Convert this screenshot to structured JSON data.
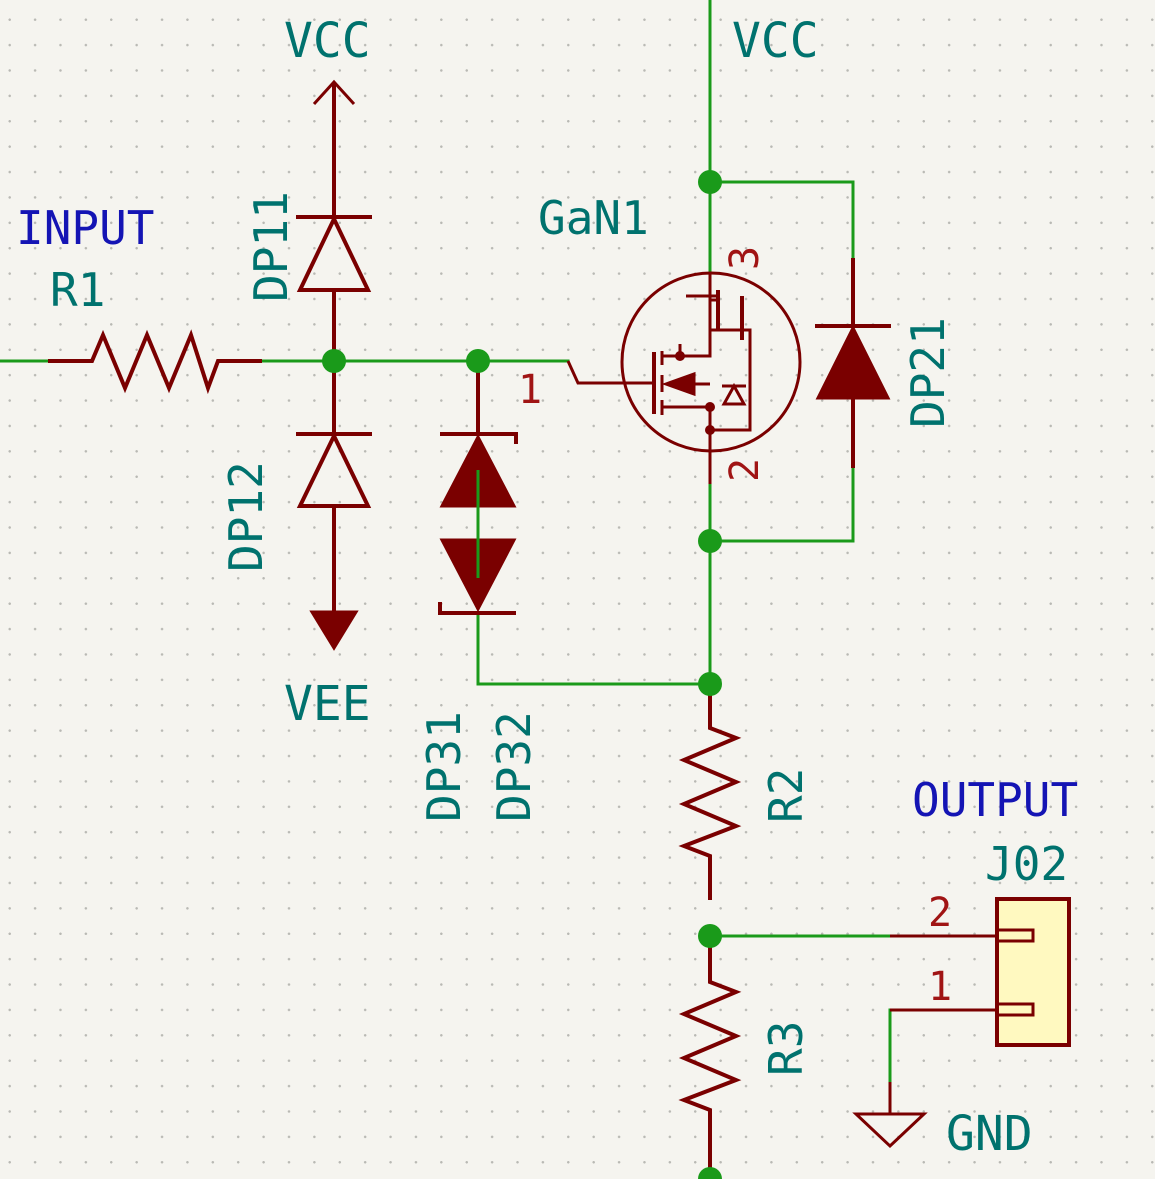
{
  "nets": {
    "vcc_left": "VCC",
    "vcc_right": "VCC",
    "vee": "VEE",
    "gnd": "GND"
  },
  "labels": {
    "input": "INPUT",
    "output": "OUTPUT"
  },
  "components": {
    "r1": "R1",
    "r2": "R2",
    "r3": "R3",
    "dp11": "DP11",
    "dp12": "DP12",
    "dp21": "DP21",
    "dp31": "DP31",
    "dp32": "DP32",
    "gan1": "GaN1",
    "j02": "J02"
  },
  "pins": {
    "gan_gate": "1",
    "gan_source": "2",
    "gan_drain": "3",
    "j02_pin2": "2",
    "j02_pin1": "1"
  },
  "colors": {
    "wire": "#1a9a1a",
    "component": "#7a0000",
    "reference": "#00726e",
    "label": "#1414b4",
    "pin_number": "#a01414",
    "connector_body": "#fff9c0",
    "background": "#f5f4ef"
  }
}
